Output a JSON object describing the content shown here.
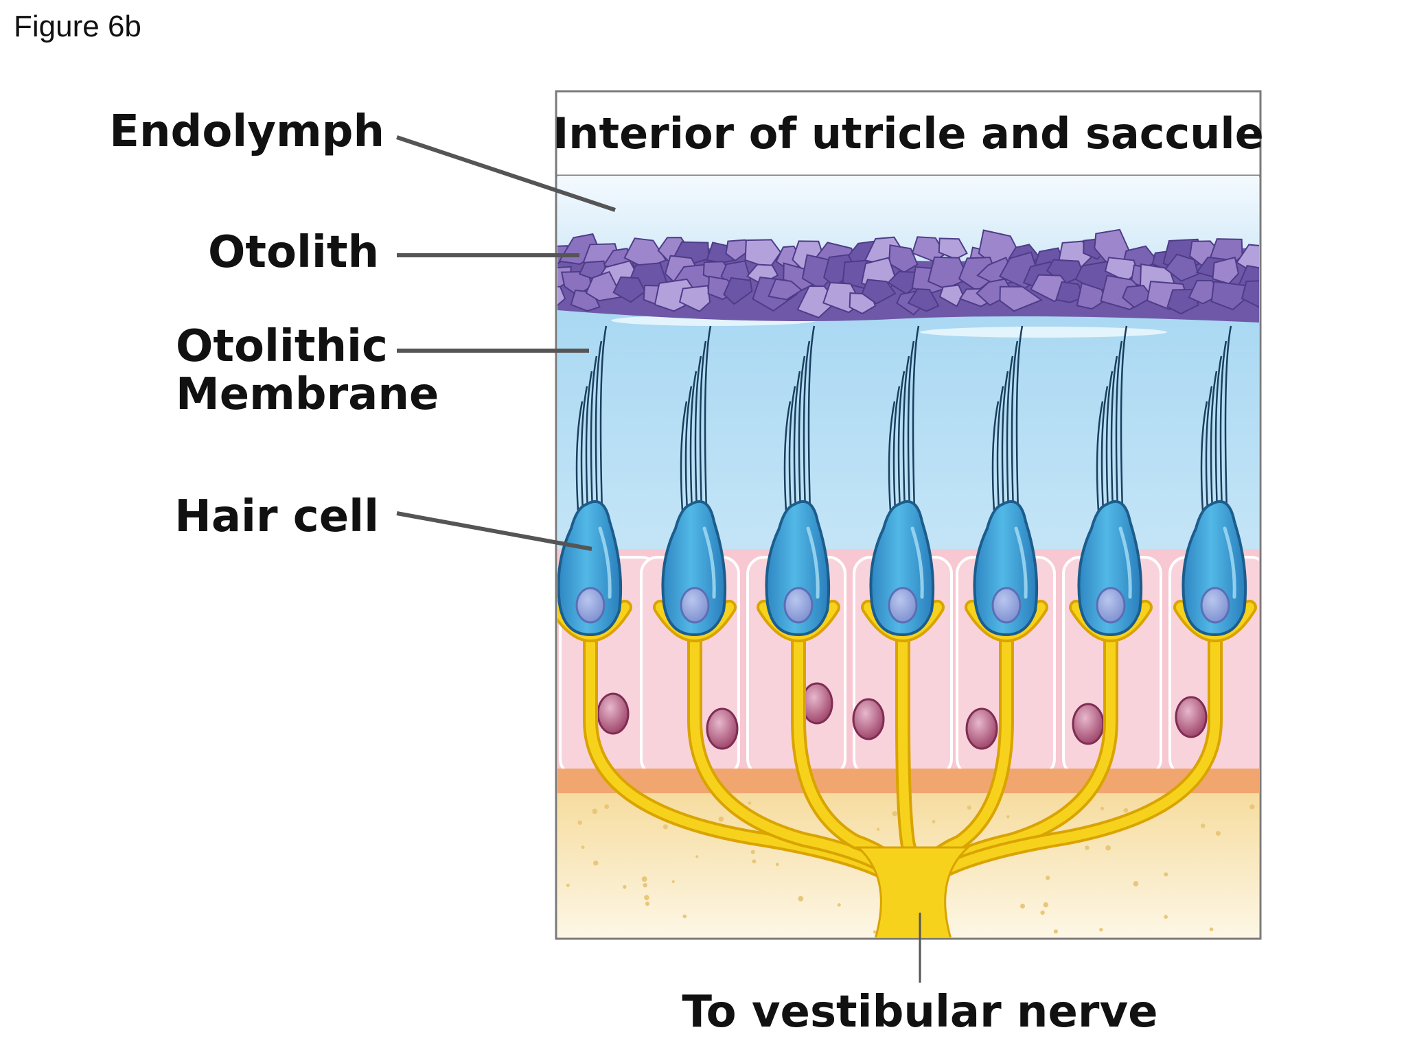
{
  "caption": "Figure 6b",
  "panel_title": "Interior of utricle and saccule",
  "labels": {
    "endolymph": "Endolymph",
    "otolith": "Otolith",
    "otolithic_line1": "Otolithic",
    "otolithic_line2": "Membrane",
    "hair_cell": "Hair cell",
    "nerve": "To vestibular nerve"
  },
  "colors": {
    "endolymph": "#d6ecf8",
    "membrane": "#a9d8f1",
    "otolith": "#8a72bf",
    "hair_cell": "#3ea1d4",
    "support_cell": "#f7c8d2",
    "nerve": "#f7d21c",
    "basement": "#f0a66e",
    "tissue": "#f8e6b0",
    "nucleus": "#a94d72"
  }
}
